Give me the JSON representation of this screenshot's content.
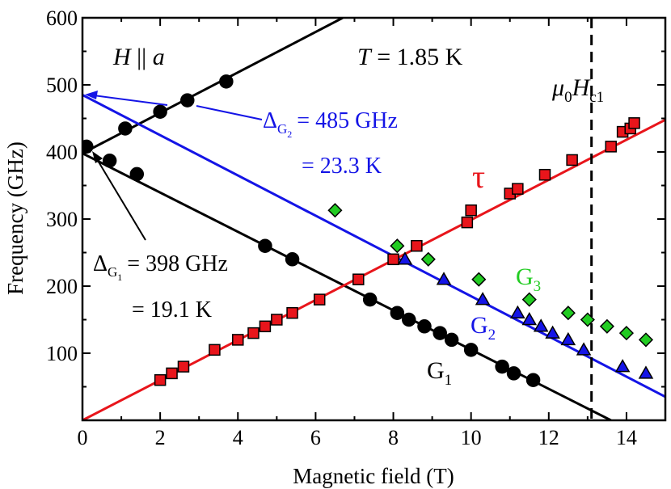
{
  "chart_data": {
    "type": "scatter",
    "xlabel": "Magnetic field (T)",
    "ylabel": "Frequency (GHz)",
    "xlim": [
      0,
      15
    ],
    "ylim": [
      0,
      600
    ],
    "xticks": [
      "0",
      "2",
      "4",
      "6",
      "8",
      "10",
      "12",
      "14"
    ],
    "xtick_values": [
      0,
      2,
      4,
      6,
      8,
      10,
      12,
      14
    ],
    "yticks": [
      "100",
      "200",
      "300",
      "400",
      "500",
      "600"
    ],
    "ytick_values": [
      100,
      200,
      300,
      400,
      500,
      600
    ],
    "grid": false,
    "colors": {
      "tau": "#e8151b",
      "g2": "#1414e6",
      "g3": "#22cc22",
      "g1": "#000000"
    },
    "annotations": {
      "field_orientation": {
        "italic_a": "H",
        "sep": " || ",
        "italic_b": "a"
      },
      "temperature": {
        "italic": "T",
        "rest": " = 1.85 K"
      },
      "critical_field": {
        "sym": "μ",
        "sub0": "0",
        "H": "H",
        "sub": "c1"
      },
      "gap_g2": {
        "delta": "Δ",
        "sub": "G",
        "subsub": "2",
        "value": "= 485 GHz",
        "kelvin": "= 23.3 K"
      },
      "gap_g1": {
        "delta": "Δ",
        "sub": "G",
        "subsub": "1",
        "value": "= 398 GHz",
        "kelvin": "= 19.1 K"
      },
      "tau_label": "τ",
      "g1_label": {
        "main": "G",
        "sub": "1"
      },
      "g2_label": {
        "main": "G",
        "sub": "2"
      },
      "g3_label": {
        "main": "G",
        "sub": "3"
      }
    },
    "critical_field_value": 13.1,
    "series": [
      {
        "marker": "circle",
        "color": "#000000",
        "points": [
          [
            0.1,
            408
          ],
          [
            0.7,
            387
          ],
          [
            1.4,
            367
          ],
          [
            4.7,
            260
          ],
          [
            5.4,
            240
          ],
          [
            7.4,
            180
          ],
          [
            8.1,
            160
          ],
          [
            8.4,
            150
          ],
          [
            8.8,
            140
          ],
          [
            9.2,
            130
          ],
          [
            9.5,
            120
          ],
          [
            10.0,
            105
          ],
          [
            10.8,
            80
          ],
          [
            11.1,
            70
          ],
          [
            11.6,
            60
          ]
        ]
      },
      {
        "marker": "circle",
        "color": "#000000",
        "points": [
          [
            1.1,
            435
          ],
          [
            2.0,
            460
          ],
          [
            2.7,
            477
          ],
          [
            3.7,
            505
          ]
        ]
      },
      {
        "name": "τ",
        "marker": "square",
        "color": "#e8151b",
        "points": [
          [
            2.0,
            60
          ],
          [
            2.3,
            70
          ],
          [
            2.6,
            80
          ],
          [
            3.4,
            105
          ],
          [
            4.0,
            120
          ],
          [
            4.4,
            130
          ],
          [
            4.7,
            140
          ],
          [
            5.0,
            150
          ],
          [
            5.4,
            160
          ],
          [
            6.1,
            180
          ],
          [
            7.1,
            210
          ],
          [
            8.0,
            240
          ],
          [
            8.6,
            260
          ],
          [
            9.9,
            295
          ],
          [
            10.0,
            313
          ],
          [
            11.0,
            338
          ],
          [
            11.2,
            345
          ],
          [
            11.9,
            366
          ],
          [
            12.6,
            388
          ],
          [
            13.6,
            408
          ],
          [
            13.9,
            430
          ],
          [
            14.1,
            435
          ],
          [
            14.2,
            443
          ]
        ]
      },
      {
        "name": "G2",
        "marker": "triangle",
        "color": "#1414e6",
        "points": [
          [
            8.3,
            240
          ],
          [
            9.3,
            210
          ],
          [
            10.3,
            180
          ],
          [
            11.2,
            160
          ],
          [
            11.5,
            150
          ],
          [
            11.8,
            140
          ],
          [
            12.1,
            130
          ],
          [
            12.5,
            120
          ],
          [
            12.9,
            105
          ],
          [
            13.9,
            80
          ],
          [
            14.5,
            70
          ]
        ]
      },
      {
        "name": "G3",
        "marker": "diamond",
        "color": "#22cc22",
        "points": [
          [
            6.5,
            313
          ],
          [
            8.1,
            260
          ],
          [
            8.9,
            240
          ],
          [
            10.2,
            210
          ],
          [
            11.5,
            180
          ],
          [
            12.5,
            160
          ],
          [
            13.0,
            150
          ],
          [
            13.5,
            140
          ],
          [
            14.0,
            130
          ],
          [
            14.5,
            120
          ]
        ]
      }
    ],
    "fit_lines": [
      {
        "color": "#000000",
        "from": [
          0.0,
          398
        ],
        "to": [
          13.6,
          0
        ]
      },
      {
        "color": "#000000",
        "from": [
          0.0,
          398
        ],
        "to": [
          6.7,
          600
        ]
      },
      {
        "color": "#1414e6",
        "from": [
          0.0,
          485
        ],
        "to": [
          15.0,
          35
        ]
      },
      {
        "color": "#e8151b",
        "from": [
          0.0,
          0
        ],
        "to": [
          15.0,
          448
        ]
      }
    ]
  }
}
